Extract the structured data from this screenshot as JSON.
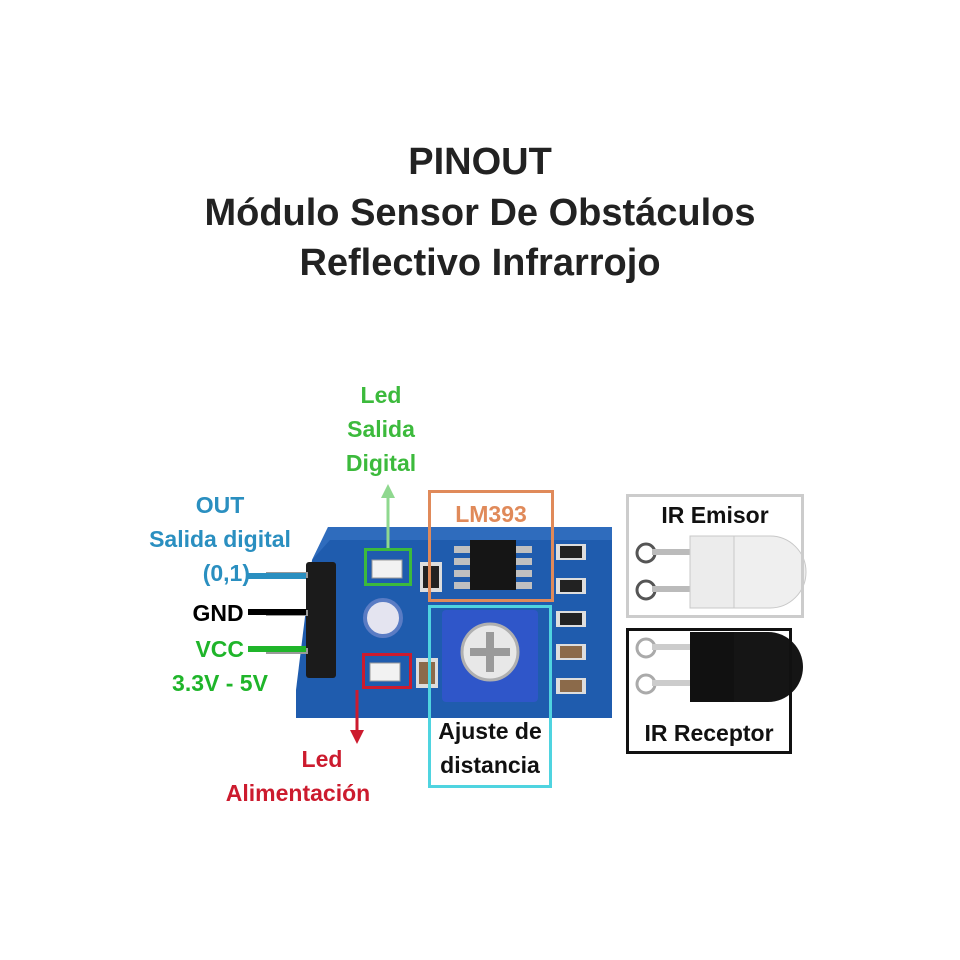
{
  "title": {
    "line1": "PINOUT",
    "line2": "Módulo Sensor De Obstáculos",
    "line3": "Reflectivo Infrarrojo"
  },
  "labels": {
    "led_salida": [
      "Led",
      "Salida",
      "Digital"
    ],
    "out": [
      "OUT",
      "Salida digital",
      "(0,1)"
    ],
    "gnd": "GND",
    "vcc": [
      "VCC",
      "3.3V - 5V"
    ],
    "led_alimentacion": [
      "Led",
      "Alimentación"
    ],
    "lm393": "LM393",
    "ajuste": [
      "Ajuste de",
      "distancia"
    ],
    "ir_emisor": "IR Emisor",
    "ir_receptor": "IR Receptor"
  },
  "colors": {
    "out": "#2a8fc0",
    "gnd": "#000000",
    "vcc": "#1fb52a",
    "led_salida": "#3cba3c",
    "led_alimentacion": "#cc1b2e",
    "lm393": "#e08a5a",
    "ajuste": "#4fd4e0",
    "ir_emisor": "#cccccc",
    "ir_receptor": "#111111",
    "pcb": "#1f5cae"
  }
}
